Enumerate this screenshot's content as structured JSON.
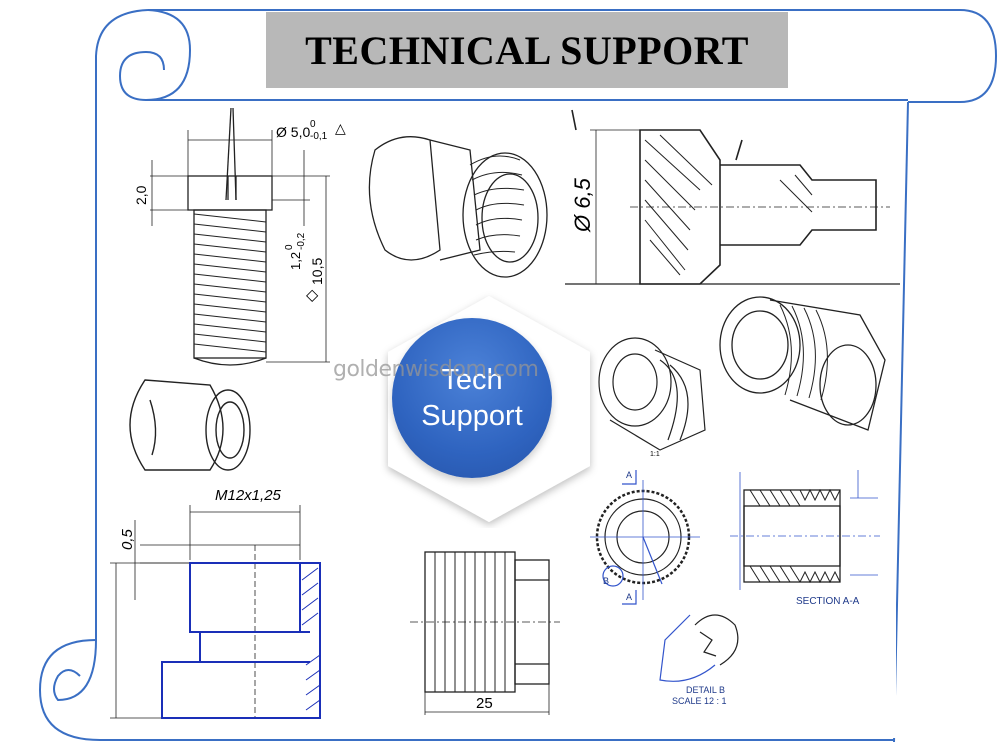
{
  "title": "TECHNICAL SUPPORT",
  "badge": {
    "line1": "Tech",
    "line2": "Support"
  },
  "watermark": "goldenwisdom.com",
  "screw": {
    "dia": "Ø 5,0",
    "tol_top": "0",
    "tol_bot": "-0,1",
    "head": "2,0",
    "slot": "1,2",
    "slot_tol_top": "0",
    "slot_tol_bot": "-0,2",
    "length": "10,5"
  },
  "pin": {
    "dia": "Ø 6,5"
  },
  "nut": {
    "thread": "M12x1,25",
    "gap": "0,5"
  },
  "knurl": {
    "width": "25"
  },
  "section": {
    "label": "SECTION A-A",
    "cut_a": "A",
    "detail_ref": "B",
    "scale_ref": "1:1"
  },
  "detail": {
    "line1": "DETAIL B",
    "line2": "SCALE 12 : 1"
  },
  "colors": {
    "title_bg": "#b8b8b8",
    "badge": "#2f64c0",
    "frame": "#3a6fc4",
    "blueprint": "#1f3a8a"
  }
}
